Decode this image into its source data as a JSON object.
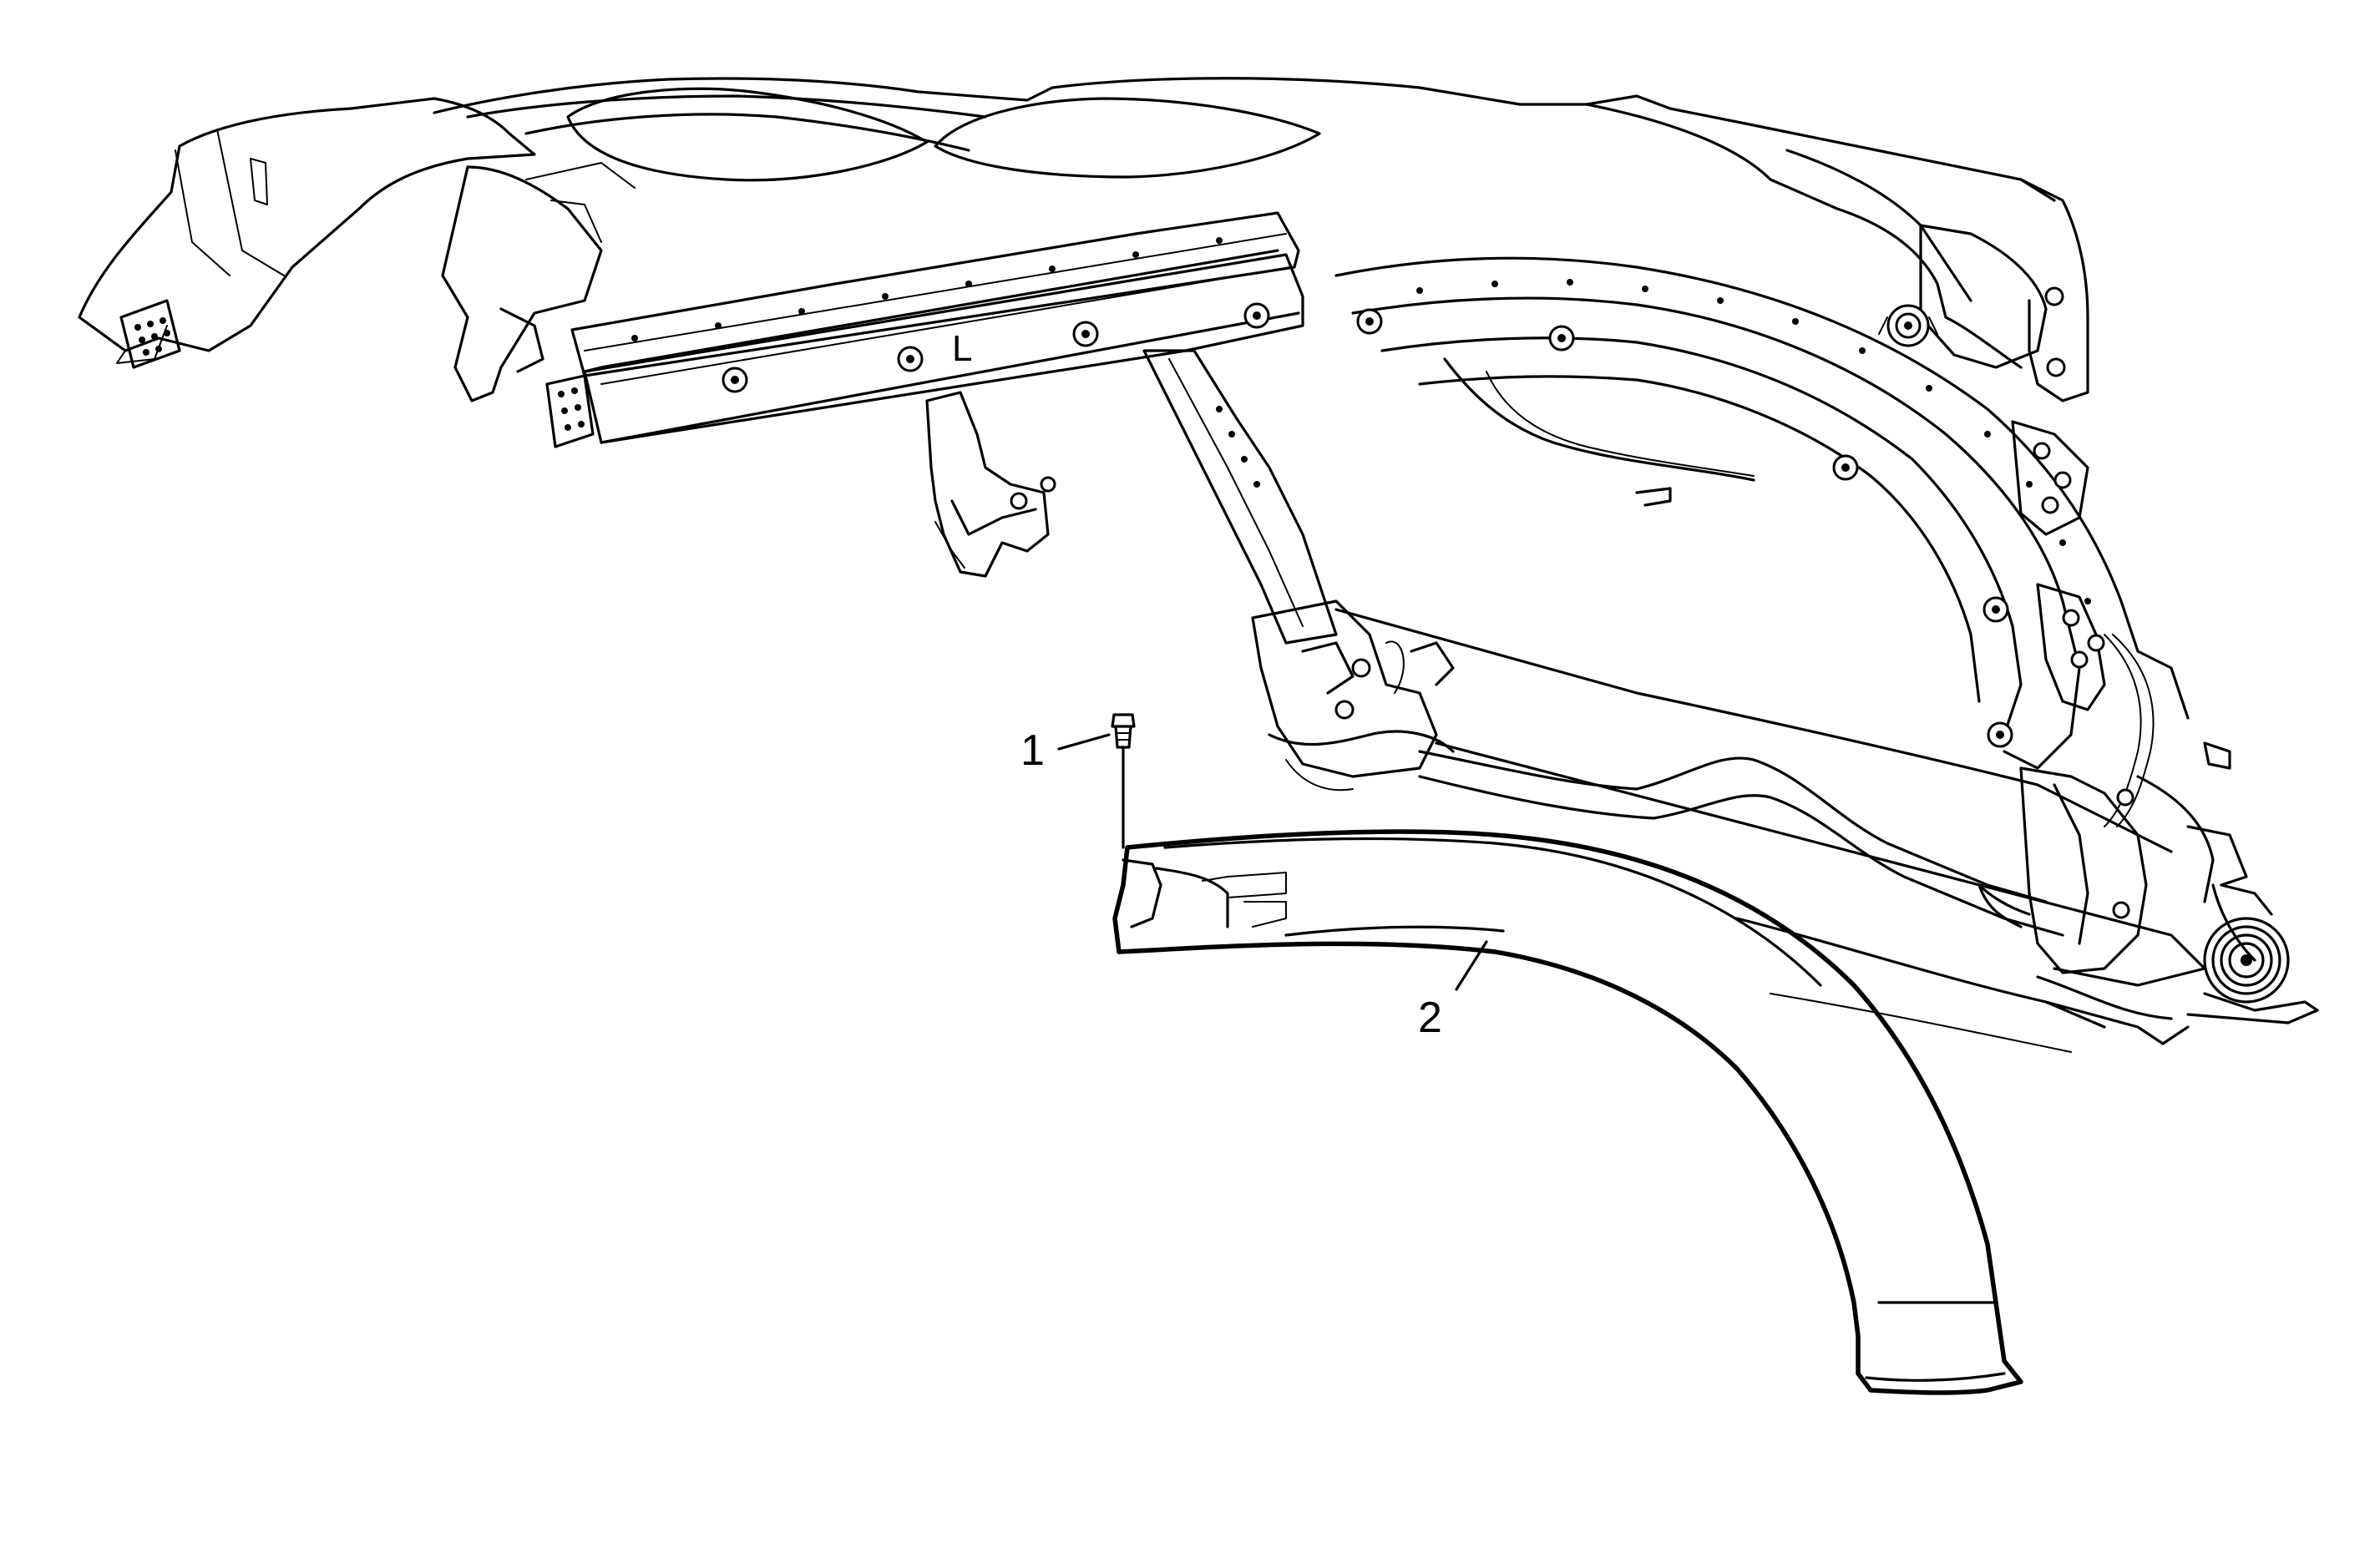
{
  "callouts": [
    {
      "id": "1",
      "label": "1"
    },
    {
      "id": "2",
      "label": "2"
    }
  ],
  "side_marking": "L",
  "colors": {
    "line": "#000000",
    "background": "#ffffff"
  }
}
